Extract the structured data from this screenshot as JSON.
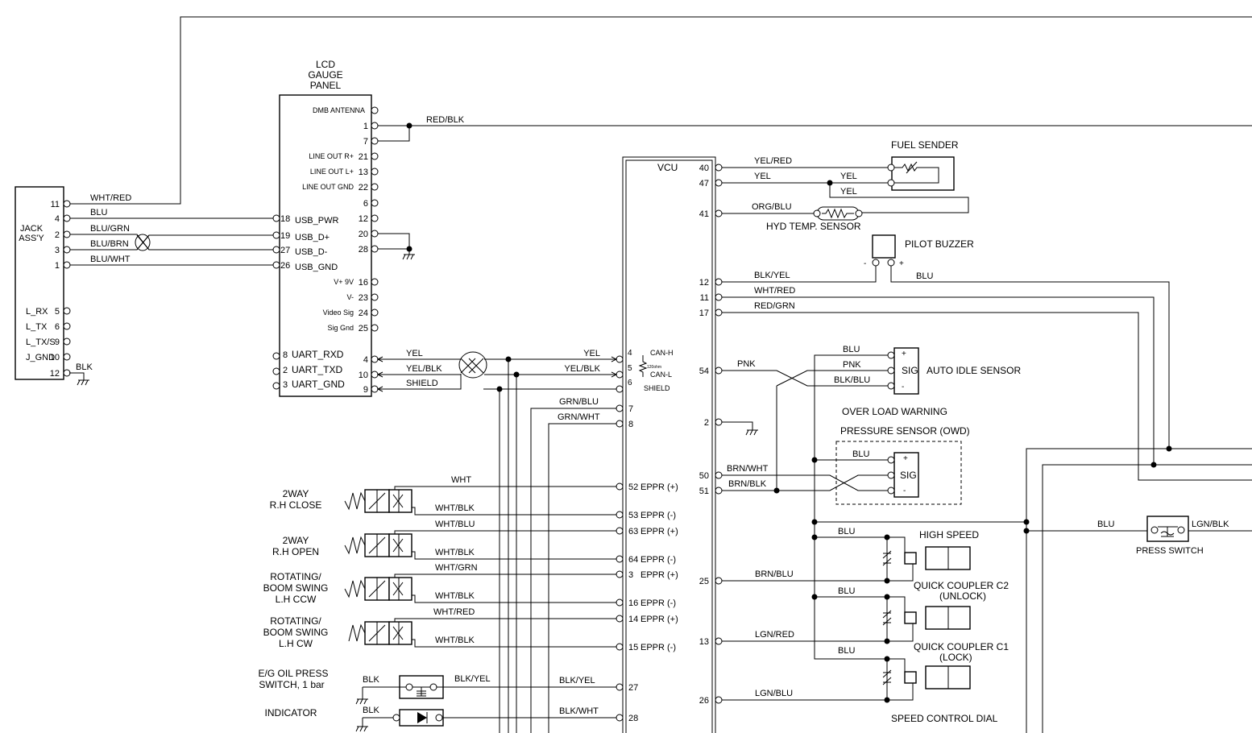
{
  "components": {
    "lcd_title": [
      "LCD",
      "GAUGE",
      "PANEL"
    ],
    "jack_title": [
      "JACK",
      "ASS'Y"
    ],
    "vcu_title": "VCU",
    "fuel_sender": "FUEL SENDER",
    "hyd_temp_sensor": "HYD TEMP. SENSOR",
    "pilot_buzzer": "PILOT BUZZER",
    "auto_idle_sensor": "AUTO IDLE SENSOR",
    "overload_warning": "OVER LOAD WARNING",
    "pressure_sensor": "PRESSURE SENSOR (OWD)",
    "high_speed": "HIGH SPEED",
    "quick_coupler_c2": [
      "QUICK COUPLER C2",
      "(UNLOCK)"
    ],
    "quick_coupler_c1": [
      "QUICK COUPLER C1",
      "(LOCK)"
    ],
    "speed_control_dial": "SPEED CONTROL DIAL",
    "press_switch": "PRESS SWITCH",
    "eg_oil_press": [
      "E/G OIL PRESS",
      "SWITCH, 1 bar"
    ],
    "indicator": "INDICATOR",
    "valve_2way_close": [
      "2WAY",
      "R.H CLOSE"
    ],
    "valve_2way_open": [
      "2WAY",
      "R.H OPEN"
    ],
    "valve_rot_ccw": [
      "ROTATING/",
      "BOOM SWING",
      "L.H CCW"
    ],
    "valve_rot_cw": [
      "ROTATING/",
      "BOOM SWING",
      "L.H CW"
    ],
    "sig": "SIG",
    "plus": "+",
    "minus": "-",
    "ohm": "120ohm"
  },
  "lcd_right_pins": [
    {
      "label": "DMB ANTENNA",
      "num": ""
    },
    {
      "label": "",
      "num": "1"
    },
    {
      "label": "",
      "num": "7"
    },
    {
      "label": "LINE OUT R+",
      "num": "21"
    },
    {
      "label": "LINE OUT L+",
      "num": "13"
    },
    {
      "label": "LINE OUT GND",
      "num": "22"
    },
    {
      "label": "",
      "num": "6"
    },
    {
      "label": "",
      "num": "12"
    },
    {
      "label": "",
      "num": "20"
    },
    {
      "label": "",
      "num": "28"
    },
    {
      "label": "V+ 9V",
      "num": "16"
    },
    {
      "label": "V-",
      "num": "23"
    },
    {
      "label": "Video Sig",
      "num": "24"
    },
    {
      "label": "Sig Gnd",
      "num": "25"
    }
  ],
  "lcd_usb_pins": [
    {
      "num": "18",
      "label": "USB_PWR"
    },
    {
      "num": "19",
      "label": "USB_D+"
    },
    {
      "num": "27",
      "label": "USB_D-"
    },
    {
      "num": "26",
      "label": "USB_GND"
    }
  ],
  "lcd_uart_pins": [
    {
      "num": "8",
      "label": "UART_RXD",
      "rnum": "4"
    },
    {
      "num": "2",
      "label": "UART_TXD",
      "rnum": "10"
    },
    {
      "num": "3",
      "label": "UART_GND",
      "rnum": "9"
    }
  ],
  "jack_pins": [
    {
      "num": "11",
      "wire": "WHT/RED"
    },
    {
      "num": "4",
      "wire": "BLU"
    },
    {
      "num": "2",
      "wire": "BLU/GRN"
    },
    {
      "num": "3",
      "wire": "BLU/BRN"
    },
    {
      "num": "1",
      "wire": "BLU/WHT"
    }
  ],
  "jack_lower_pins": [
    {
      "label": "L_RX",
      "num": "5"
    },
    {
      "label": "L_TX",
      "num": "6"
    },
    {
      "label": "L_TX/S",
      "num": "9"
    },
    {
      "label": "J_GND",
      "num": "10"
    },
    {
      "label": "",
      "num": "12",
      "wire": "BLK"
    }
  ],
  "uart_wires": [
    {
      "left": "YEL",
      "right": "YEL",
      "pin": "4",
      "sig": "CAN-H"
    },
    {
      "left": "YEL/BLK",
      "right": "YEL/BLK",
      "pin": "5",
      "sig": "CAN-L"
    },
    {
      "left": "SHIELD",
      "right": "",
      "pin": "6",
      "sig": "SHIELD"
    }
  ],
  "vcu_left_pins": [
    {
      "num": "7",
      "wire": "GRN/BLU"
    },
    {
      "num": "8",
      "wire": "GRN/WHT"
    },
    {
      "num": "52",
      "label": "EPPR (+)",
      "wire": "WHT"
    },
    {
      "num": "53",
      "label": "EPPR (-)",
      "wire": "WHT/BLK"
    },
    {
      "num": "63",
      "label": "EPPR (+)",
      "wire": "WHT/BLU"
    },
    {
      "num": "64",
      "label": "EPPR (-)",
      "wire": "WHT/BLK"
    },
    {
      "num": "3",
      "label": "EPPR (+)",
      "wire": "WHT/GRN"
    },
    {
      "num": "16",
      "label": "EPPR (-)",
      "wire": "WHT/BLK"
    },
    {
      "num": "14",
      "label": "EPPR (+)",
      "wire": "WHT/RED"
    },
    {
      "num": "15",
      "label": "EPPR (-)",
      "wire": "WHT/BLK"
    },
    {
      "num": "27",
      "wire": "BLK/YEL",
      "wire2": "BLK/YEL",
      "gnd": "BLK"
    },
    {
      "num": "28",
      "wire": "BLK/WHT",
      "gnd": "BLK"
    }
  ],
  "vcu_right_pins": [
    {
      "num": "40",
      "wire": "YEL/RED"
    },
    {
      "num": "47",
      "wire": "YEL",
      "wire2": "YEL",
      "wire3": "YEL"
    },
    {
      "num": "41",
      "wire": "ORG/BLU"
    },
    {
      "num": "12",
      "wire": "BLK/YEL"
    },
    {
      "num": "11",
      "wire": "WHT/RED"
    },
    {
      "num": "17",
      "wire": "RED/GRN"
    },
    {
      "num": "54",
      "wire": "PNK"
    },
    {
      "num": "2",
      "wire": ""
    },
    {
      "num": "50",
      "wire": "BRN/WHT"
    },
    {
      "num": "51",
      "wire": "BRN/BLK"
    },
    {
      "num": "25",
      "wire": "BRN/BLU"
    },
    {
      "num": "13",
      "wire": "LGN/RED"
    },
    {
      "num": "26",
      "wire": "LGN/BLU"
    }
  ],
  "misc_wires": {
    "red_blk": "RED/BLK",
    "buzzer_blu": "BLU",
    "auto_idle_blu": "BLU",
    "auto_idle_pnk": "PNK",
    "auto_idle_blkblu": "BLK/BLU",
    "owd_blu": "BLU",
    "hs_blu": "BLU",
    "c2_blu": "BLU",
    "c1_blu": "BLU",
    "press_blu": "BLU",
    "press_lgn": "LGN/BLK"
  }
}
